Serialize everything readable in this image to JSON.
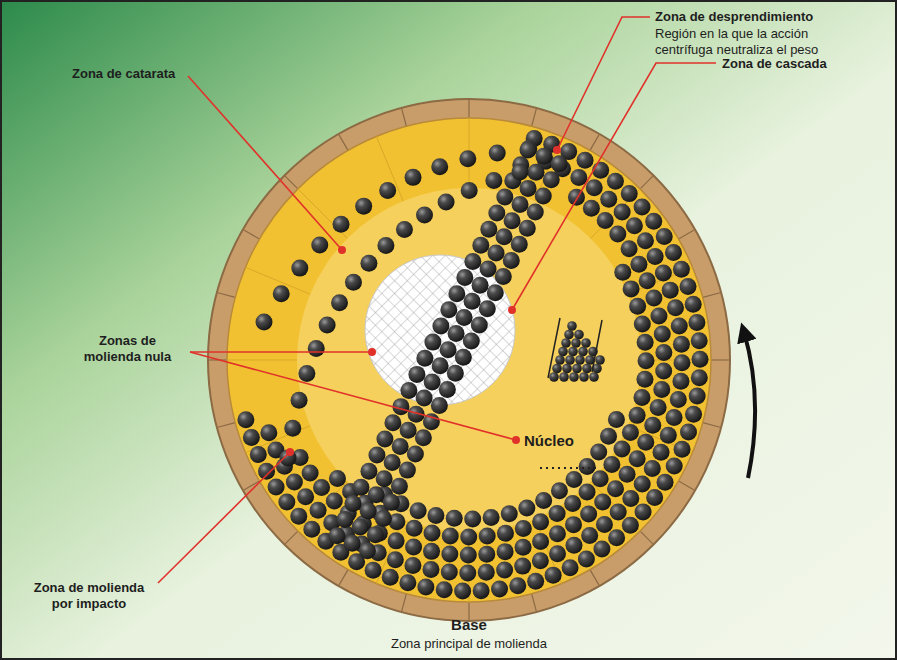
{
  "diagram": {
    "labels": [
      "Zona de desprendimiento",
      "Región en la que la acción centrífuga neutraliza el peso",
      "Zona de catarata",
      "Zona de cascada",
      "Zonas de molienda nula",
      "Núcleo",
      "Zona de molienda por impacto",
      "Base",
      "Zona principal de molienda"
    ]
  }
}
